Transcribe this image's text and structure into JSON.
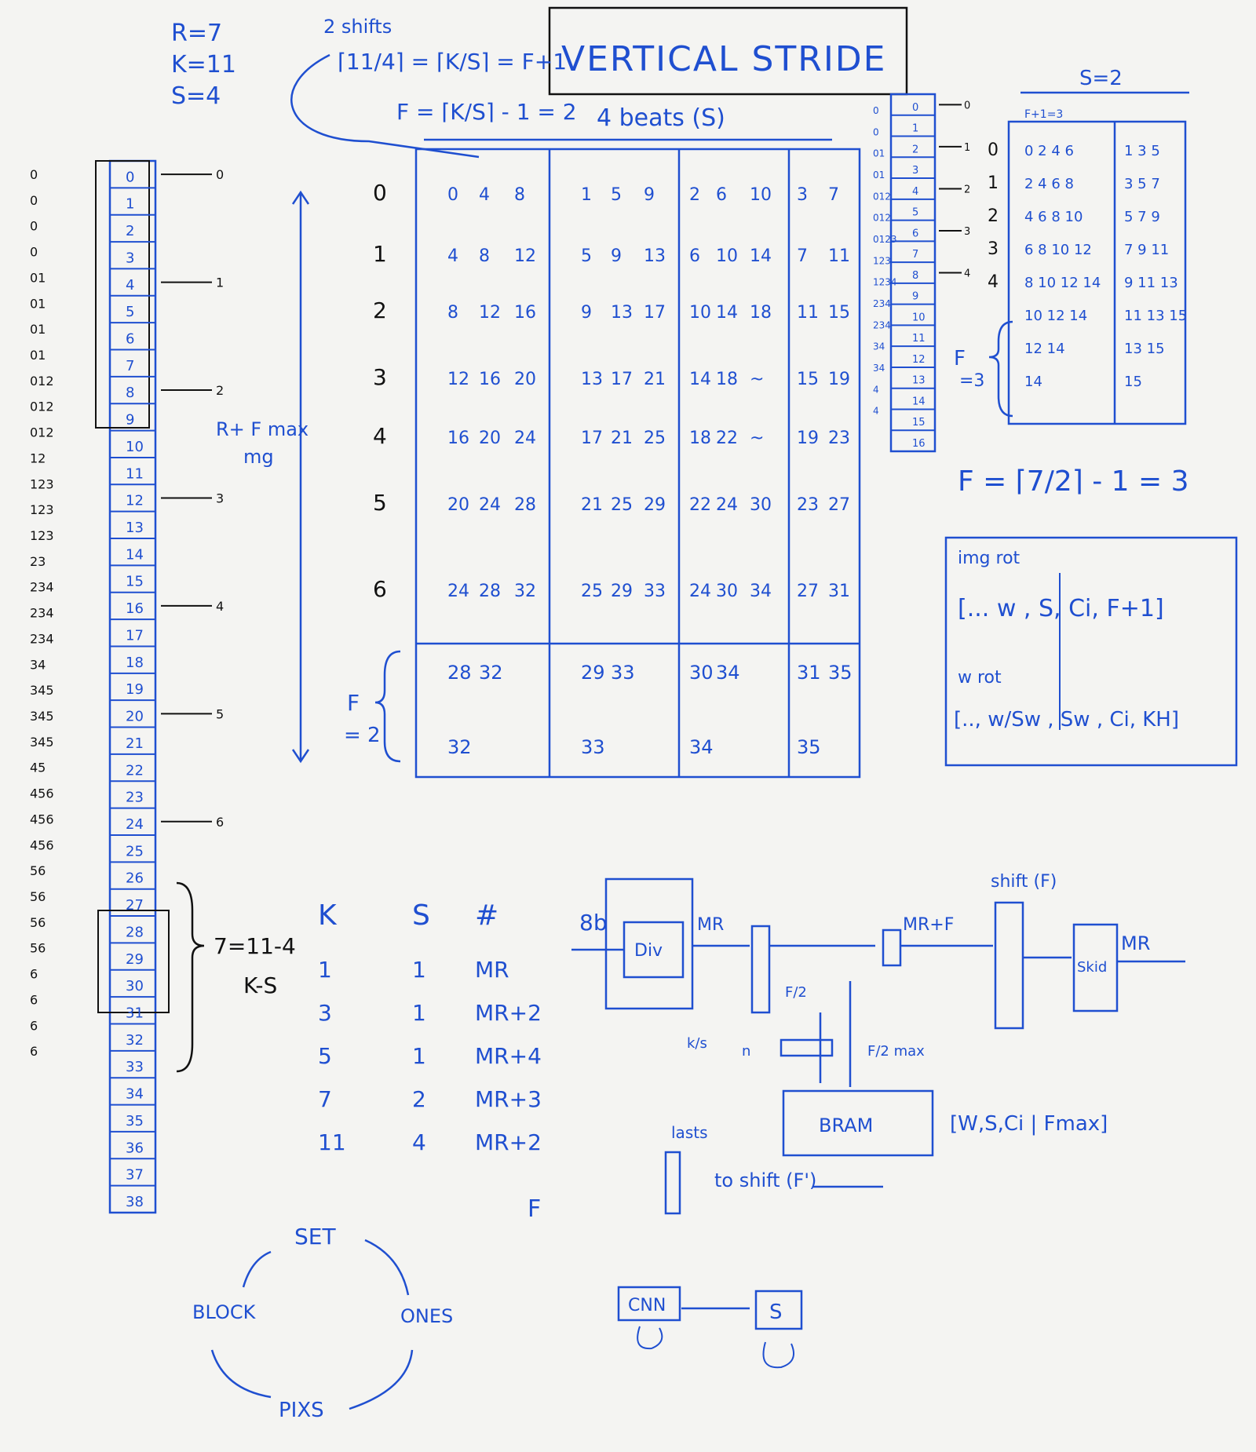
{
  "colors": {
    "ink_blue": "#1f4fd0",
    "ink_black": "#111111",
    "board": "#f4f4f2"
  },
  "title": "VERTICAL STRIDE",
  "params": [
    "R=7",
    "K=11",
    "S=4"
  ],
  "shifts_note": "2 shifts",
  "formula_ceil": "⌈11/4⌉ = ⌈K/S⌉ = F+1",
  "formula_f": "F = ⌈K/S⌉ - 1 = 2",
  "beats_label": "4 beats (S)",
  "row_label_side": "R+ F max",
  "row_label_side2": "mg",
  "f_label": "F",
  "f_value": "= 2",
  "grid": {
    "row_labels": [
      "0",
      "1",
      "2",
      "3",
      "4",
      "5",
      "6"
    ],
    "columns": [
      [
        [
          "0",
          "4",
          "8"
        ],
        [
          "4",
          "8",
          "12"
        ],
        [
          "8",
          "12",
          "16"
        ],
        [
          "12",
          "16",
          "20"
        ],
        [
          "16",
          "20",
          "24"
        ],
        [
          "20",
          "24",
          "28"
        ],
        [
          "24",
          "28",
          "32"
        ]
      ],
      [
        [
          "1",
          "5",
          "9"
        ],
        [
          "5",
          "9",
          "13"
        ],
        [
          "9",
          "13",
          "17"
        ],
        [
          "13",
          "17",
          "21"
        ],
        [
          "17",
          "21",
          "25"
        ],
        [
          "21",
          "25",
          "29"
        ],
        [
          "25",
          "29",
          "33"
        ]
      ],
      [
        [
          "2",
          "6",
          "10"
        ],
        [
          "6",
          "10",
          "14"
        ],
        [
          "10",
          "14",
          "18"
        ],
        [
          "14",
          "18",
          "~"
        ],
        [
          "18",
          "22",
          "~"
        ],
        [
          "22",
          "24",
          "30"
        ],
        [
          "24",
          "30",
          "34"
        ]
      ],
      [
        [
          "3",
          "7"
        ],
        [
          "7",
          "11"
        ],
        [
          "11",
          "15"
        ],
        [
          "15",
          "19"
        ],
        [
          "19",
          "23"
        ],
        [
          "23",
          "27"
        ],
        [
          "27",
          "31"
        ]
      ]
    ],
    "extra": [
      [
        [
          "28",
          "32"
        ],
        [
          "32"
        ]
      ],
      [
        [
          "29",
          "33"
        ],
        [
          "33"
        ]
      ],
      [
        [
          "30",
          "34"
        ],
        [
          "34"
        ]
      ],
      [
        [
          "31",
          "35"
        ],
        [
          "35"
        ]
      ]
    ]
  },
  "left_strip": {
    "cells": [
      "0",
      "1",
      "2",
      "3",
      "4",
      "5",
      "6",
      "7",
      "8",
      "9",
      "10",
      "11",
      "12",
      "13",
      "14",
      "15",
      "16",
      "17",
      "18",
      "19",
      "20",
      "21",
      "22",
      "23",
      "24",
      "25",
      "26",
      "27",
      "28",
      "29",
      "30",
      "31",
      "32",
      "33",
      "34",
      "35",
      "36",
      "37",
      "38"
    ],
    "annotations": [
      "0",
      "0",
      "0",
      "0",
      "01",
      "01",
      "01",
      "01",
      "012",
      "012",
      "012",
      "12",
      "123",
      "123",
      "123",
      "23",
      "234",
      "234",
      "234",
      "34",
      "345",
      "345",
      "345",
      "45",
      "456",
      "456",
      "456",
      "56",
      "56",
      "56",
      "56",
      "6",
      "6",
      "6",
      "6"
    ],
    "arrows": [
      "0",
      "1",
      "2",
      "3",
      "4",
      "5",
      "6"
    ],
    "bracket_label": "7=11-4",
    "bracket_label2": "K-S"
  },
  "right_strip": {
    "cells": [
      "0",
      "1",
      "2",
      "3",
      "4",
      "5",
      "6",
      "7",
      "8",
      "9",
      "10",
      "11",
      "12",
      "13",
      "14",
      "15",
      "16"
    ],
    "annotations": [
      "0",
      "0",
      "01",
      "01",
      "012",
      "012",
      "0123",
      "123",
      "1234",
      "234",
      "234",
      "34",
      "34",
      "4",
      "4"
    ],
    "arrows": [
      "0",
      "1",
      "2",
      "3",
      "4"
    ],
    "f_label": "F",
    "f_value": "=3"
  },
  "s2_table": {
    "s_label": "S=2",
    "span_label": "F+1=3",
    "row_labels": [
      "0",
      "1",
      "2",
      "3",
      "4"
    ],
    "left": [
      "0 2 4 6",
      "2 4 6 8",
      "4 6 8 10",
      "6 8 10 12",
      "8 10 12 14",
      "10 12 14",
      "12 14",
      "14"
    ],
    "right": [
      "1 3 5",
      "3 5 7",
      "5 7 9",
      "7 9 11",
      "9 11 13",
      "11 13 15",
      "13 15",
      "15"
    ]
  },
  "formula_f2": "F = ⌈7/2⌉ - 1 = 3",
  "rot_box": {
    "img_label": "img rot",
    "img_expr": "[... w , S, Ci, F+1]",
    "w_label": "w rot",
    "w_expr": "[.., w/Sw , Sw , Ci, KH]"
  },
  "ks_table": {
    "headers": [
      "K",
      "S",
      "#"
    ],
    "rows": [
      [
        "1",
        "1",
        "MR"
      ],
      [
        "3",
        "1",
        "MR+2"
      ],
      [
        "5",
        "1",
        "MR+4"
      ],
      [
        "7",
        "2",
        "MR+3"
      ],
      [
        "11",
        "4",
        "MR+2"
      ]
    ],
    "footer": "F"
  },
  "diagram": {
    "input_label": "8b",
    "div_label": "Div",
    "mr_label": "MR",
    "mr_f_label": "MR+F",
    "shift_label": "shift (F)",
    "skid_label": "Skid",
    "mr_out_label": "MR",
    "f2_label": "F/2",
    "ks_label": "k/s",
    "n_label": "n",
    "f2max_label": "F/2 max",
    "bram_label": "BRAM",
    "bram_note": "[W,S,Ci | Fmax]",
    "lasts_label": "lasts",
    "to_shift_label": "to shift (F')"
  },
  "cycle": [
    "SET",
    "ONES",
    "PIXS",
    "BLOCK"
  ],
  "cnn_label": "CNN",
  "s_box_label": "S"
}
